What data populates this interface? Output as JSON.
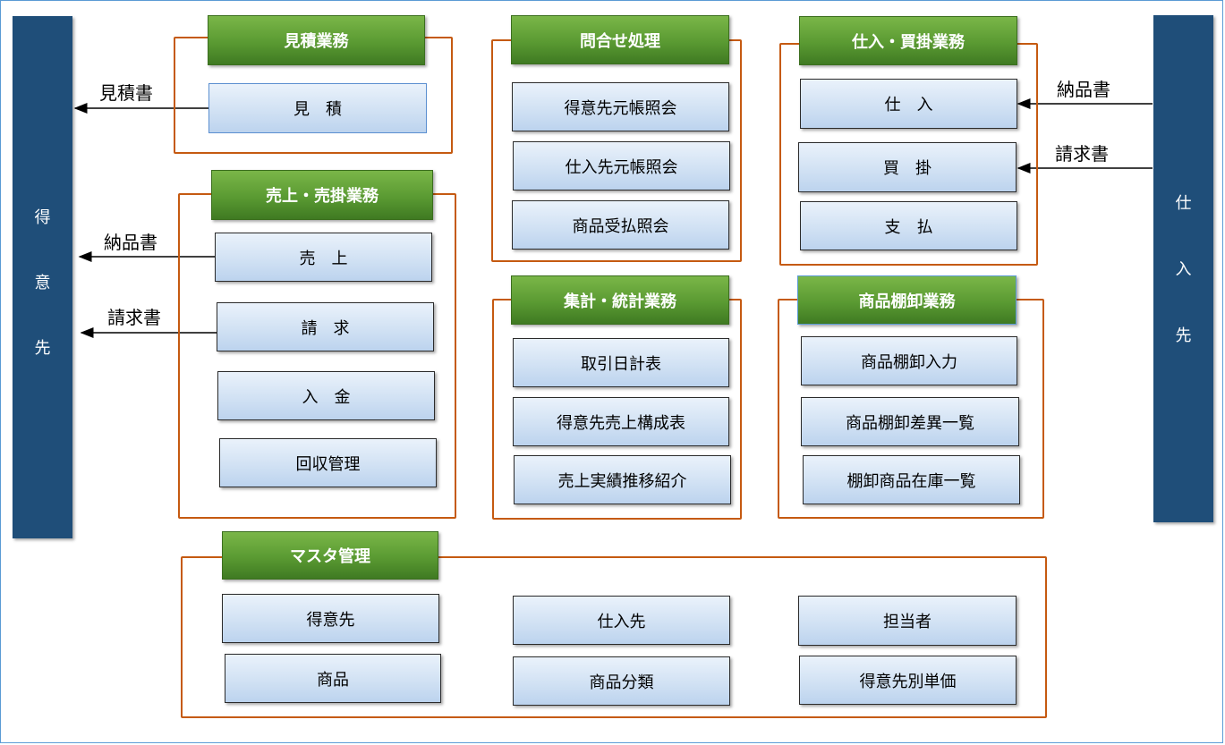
{
  "side_left": {
    "chars": [
      "得",
      "意",
      "先"
    ]
  },
  "side_right": {
    "chars": [
      "仕",
      "入",
      "先"
    ]
  },
  "groups": {
    "mitsumori": {
      "title": "見積業務",
      "items": [
        "見　積"
      ]
    },
    "uriage": {
      "title": "売上・売掛業務",
      "items": [
        "売　上",
        "請　求",
        "入　金",
        "回収管理"
      ]
    },
    "toiawase": {
      "title": "問合せ処理",
      "items": [
        "得意先元帳照会",
        "仕入先元帳照会",
        "商品受払照会"
      ]
    },
    "shukei": {
      "title": "集計・統計業務",
      "items": [
        "取引日計表",
        "得意先売上構成表",
        "売上実績推移紹介"
      ]
    },
    "shiire": {
      "title": "仕入・買掛業務",
      "items": [
        "仕　入",
        "買　掛",
        "支　払"
      ]
    },
    "tanaoroshi": {
      "title": "商品棚卸業務",
      "items": [
        "商品棚卸入力",
        "商品棚卸差異一覧",
        "棚卸商品在庫一覧"
      ]
    },
    "master": {
      "title": "マスタ管理",
      "items": [
        "得意先",
        "商品",
        "仕入先",
        "商品分類",
        "担当者",
        "得意先別単価"
      ]
    }
  },
  "documents": {
    "left_estimate": "見積書",
    "left_delivery": "納品書",
    "left_invoice": "請求書",
    "right_delivery": "納品書",
    "right_invoice": "請求書"
  },
  "colors": {
    "side_bar": "#1f4e79",
    "group_border": "#c55a11",
    "group_title": "#5a9a32",
    "item_box": "#cfe0f3"
  }
}
